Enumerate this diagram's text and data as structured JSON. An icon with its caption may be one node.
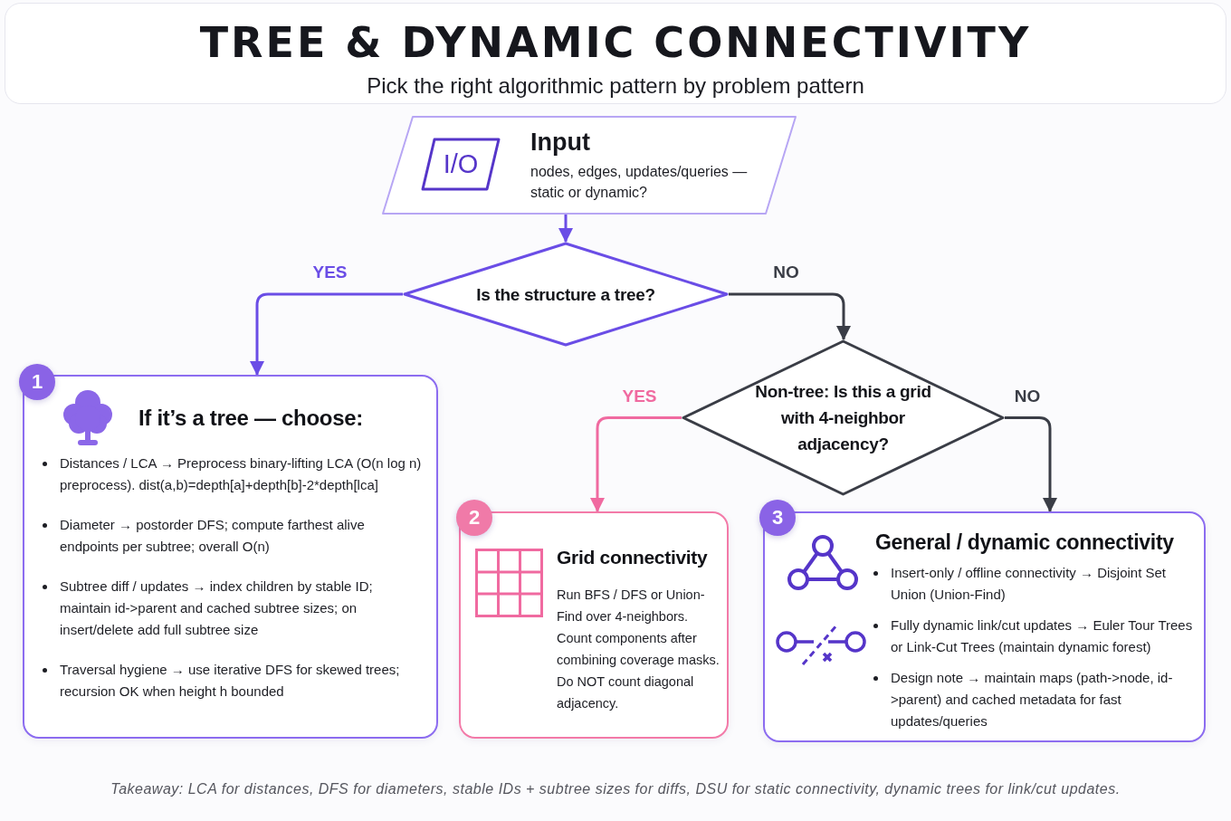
{
  "diagram": {
    "title": "TREE & DYNAMIC CONNECTIVITY",
    "caption": "Takeaway: LCA for distances, DFS for diameters, stable IDs + subtree sizes for diffs, DSU for static connectivity, dynamic trees for link/cut updates.",
    "labels": [
      "Pick the right algorithmic pattern by problem pattern"
    ],
    "nodes": [
      {
        "text": [
          "Input",
          "nodes, edges, updates/queries — static or dynamic?"
        ]
      },
      {
        "text": [
          "I/O"
        ],
        "in": 0
      },
      {
        "text": [
          "Is the structure a tree?"
        ]
      },
      {
        "text": [
          "Non-tree: Is this a grid with 4-neighbor adjacency?"
        ]
      },
      {
        "text": [
          "1"
        ]
      },
      {
        "text": [
          "If it’s a tree — choose:",
          "Distances / LCA → Preprocess binary-lifting LCA (O(n log n) preprocess). dist(a,b)=depth[a]+depth[b]-2*depth[lca]",
          "Diameter → postorder DFS; compute farthest alive endpoints per subtree; overall O(n)",
          "Subtree diff / updates → index children by stable ID; maintain id->parent and cached subtree sizes; on insert/delete add full subtree size",
          "Traversal hygiene → use iterative DFS for skewed trees; recursion OK when height h bounded"
        ]
      },
      {
        "text": [
          "2"
        ]
      },
      {
        "text": [
          "Grid connectivity",
          "Run BFS / DFS or Union-Find over 4-neighbors. Count components after combining coverage masks. Do NOT count diagonal adjacency."
        ]
      },
      {
        "text": [
          "3"
        ]
      },
      {
        "text": [
          "General / dynamic connectivity",
          "Insert-only / offline connectivity → Disjoint Set Union (Union-Find)",
          "Fully dynamic link/cut updates → Euler Tour Trees or Link-Cut Trees (maintain dynamic forest)",
          "Design note → maintain maps (path->node, id->parent) and cached metadata for fast updates/queries"
        ]
      }
    ],
    "edges": [
      {
        "from": 0,
        "to": 2,
        "arrow": "to",
        "color": "#6a4de6"
      },
      {
        "from": 2,
        "to": 5,
        "label": "YES",
        "arrow": "to",
        "color": "#6a4de6"
      },
      {
        "from": 2,
        "to": 3,
        "label": "NO",
        "arrow": "to",
        "color": "#3a3d46"
      },
      {
        "from": 3,
        "to": 7,
        "label": "YES",
        "arrow": "to",
        "color": "#f06aa0"
      },
      {
        "from": 3,
        "to": 9,
        "label": "NO",
        "arrow": "to",
        "color": "#3a3d46"
      }
    ]
  }
}
